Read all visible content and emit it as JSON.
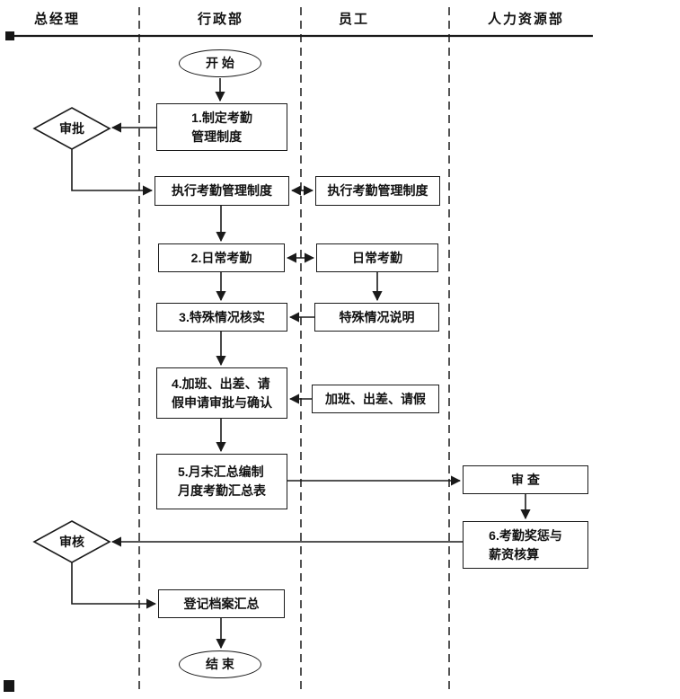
{
  "lanes": [
    {
      "label": "总经理"
    },
    {
      "label": "行政部"
    },
    {
      "label": "员工"
    },
    {
      "label": "人力资源部"
    }
  ],
  "nodes": {
    "start": {
      "label": "开 始"
    },
    "step1": {
      "label": "1.制定考勤\n管理制度"
    },
    "approve": {
      "label": "审批"
    },
    "exec_admin": {
      "label": "执行考勤管理制度"
    },
    "exec_emp": {
      "label": "执行考勤管理制度"
    },
    "step2": {
      "label": "2.日常考勤"
    },
    "daily_emp": {
      "label": "日常考勤"
    },
    "step3": {
      "label": "3.特殊情况核实"
    },
    "special_emp": {
      "label": "特殊情况说明"
    },
    "step4": {
      "label": "4.加班、出差、请\n假申请审批与确认"
    },
    "leave_emp": {
      "label": "加班、出差、请假"
    },
    "step5": {
      "label": "5.月末汇总编制\n月度考勤汇总表"
    },
    "review": {
      "label": "审 查"
    },
    "step6": {
      "label": "6.考勤奖惩与\n薪资核算"
    },
    "audit": {
      "label": "审核"
    },
    "register": {
      "label": "登记档案汇总"
    },
    "end": {
      "label": "结 束"
    }
  },
  "colors": {
    "ink": "#1a1a1a",
    "background": "#ffffff"
  }
}
